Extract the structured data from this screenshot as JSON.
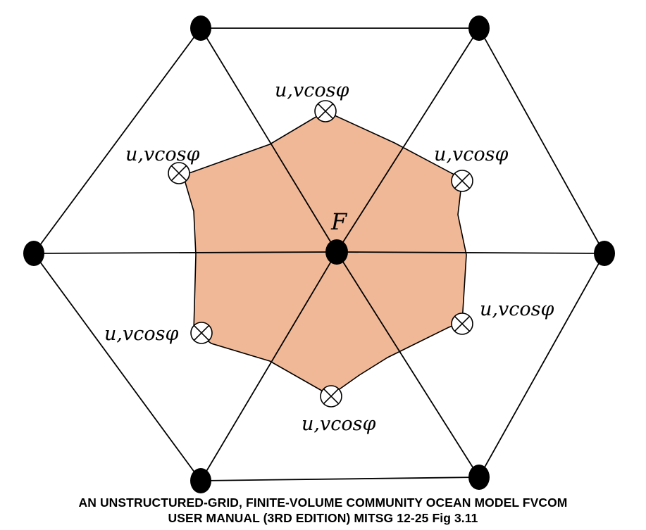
{
  "diagram": {
    "center_label": "F",
    "velocity_labels": [
      "u,vcosφ",
      "u,vcosφ",
      "u,vcosφ",
      "u,vcosφ",
      "u,vcosφ",
      "u,vcosφ"
    ],
    "colors": {
      "control_volume_fill": "#f0b896",
      "line": "#000000",
      "node": "#000000",
      "marker_fill": "#ffffff"
    }
  },
  "caption": {
    "line1": "AN UNSTRUCTURED-GRID, FINITE-VOLUME COMMUNITY OCEAN MODEL FVCOM",
    "line2": "USER MANUAL (3RD EDITION) MITSG 12-25 Fig 3.11"
  }
}
